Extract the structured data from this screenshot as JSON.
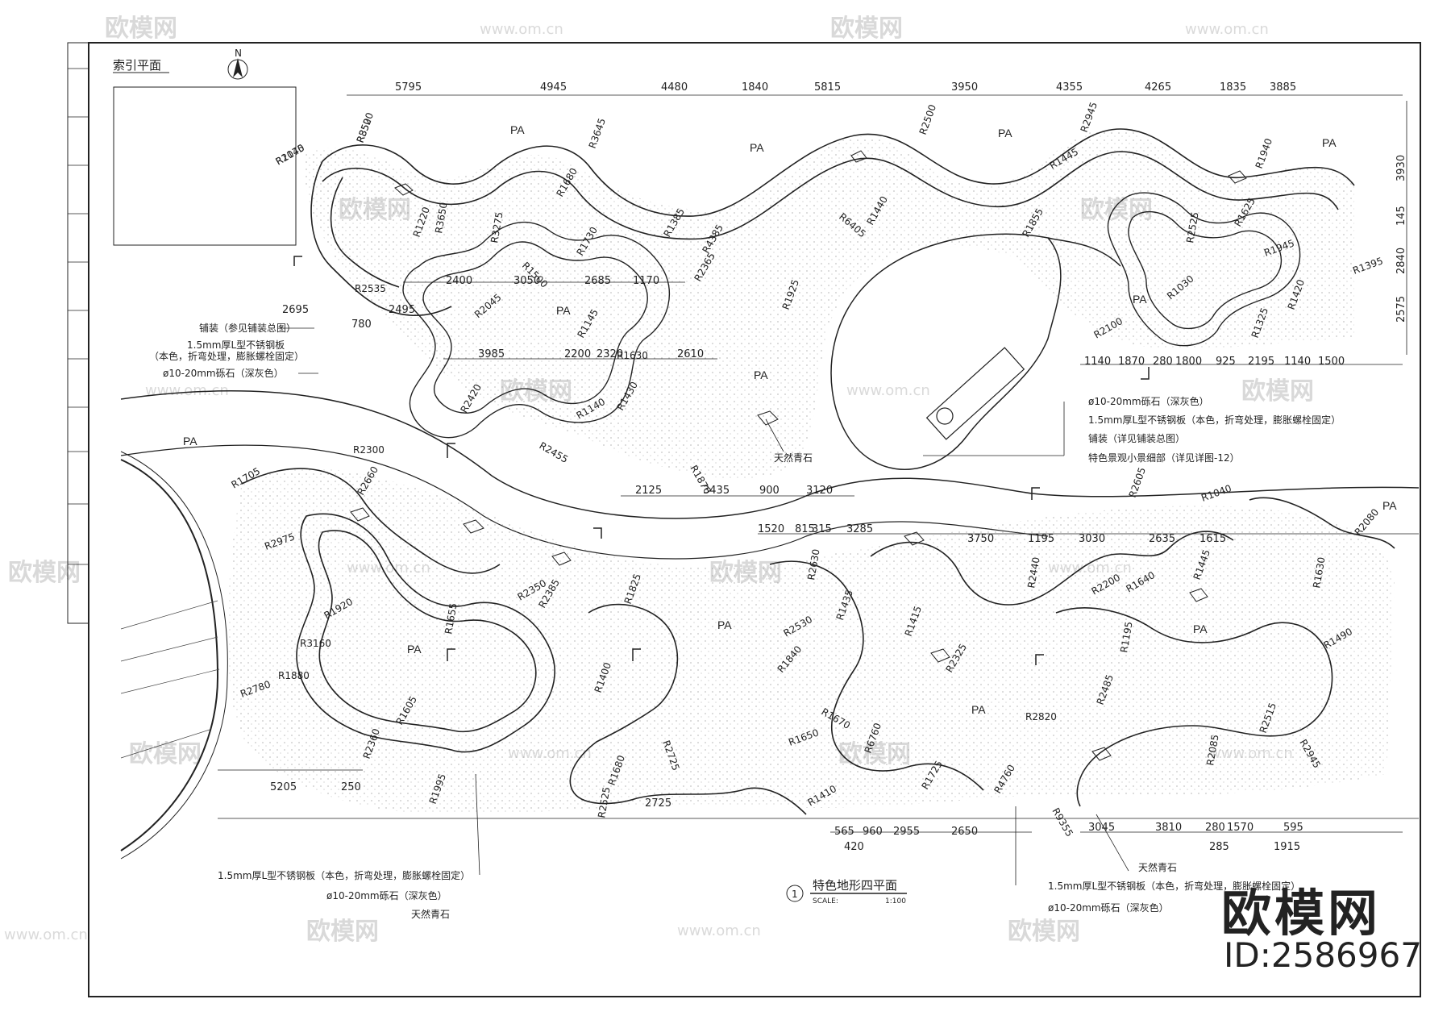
{
  "title_block": {
    "index_plan_label": "索引平面",
    "north_label": "N",
    "drawing_title": "特色地形四平面",
    "drawing_number": "1",
    "scale_label": "SCALE:",
    "scale_value": "1:100"
  },
  "top_dimensions": [
    "5795",
    "4945",
    "4480",
    "1840",
    "5815",
    "3950",
    "4355",
    "4265",
    "1835",
    "3885"
  ],
  "right_dimensions": [
    "3930",
    "145",
    "2840",
    "2575"
  ],
  "mid_dimensions": [
    "2400",
    "3050",
    "2685",
    "1170",
    "3985",
    "2200",
    "2320",
    "2610",
    "2695",
    "2495",
    "780"
  ],
  "lower_dimensions": [
    "2125",
    "3435",
    "900",
    "3120",
    "1520",
    "815",
    "315",
    "3285",
    "3750",
    "1195",
    "3030",
    "2635",
    "1615"
  ],
  "bottom_dimensions": [
    "5205",
    "250",
    "2725",
    "565",
    "960",
    "2955",
    "2650",
    "3045",
    "3810",
    "280",
    "1570",
    "595",
    "420",
    "285",
    "1915"
  ],
  "right_block_dimensions": [
    "1140",
    "1870",
    "280",
    "1800",
    "925",
    "2195",
    "1140",
    "1500"
  ],
  "area_labels": [
    "PA",
    "PA",
    "PA",
    "PA",
    "PA",
    "PA",
    "PA",
    "PA",
    "PA",
    "PA",
    "PA",
    "PA",
    "PA"
  ],
  "radius_labels": [
    "R3520",
    "R2070",
    "R3650",
    "R3275",
    "R1680",
    "R3645",
    "R1385",
    "R2535",
    "R1220",
    "R1500",
    "R1730",
    "R4385",
    "R2365",
    "R6405",
    "R1440",
    "R2500",
    "R2945",
    "R1445",
    "R1940",
    "R1625",
    "R1945",
    "R1395",
    "R2525",
    "R1855",
    "R1420",
    "R1325",
    "R2100",
    "R1030",
    "R2045",
    "R1145",
    "R1630",
    "R2420",
    "R1140",
    "R1430",
    "R2455",
    "R1870",
    "R1925",
    "R1705",
    "R2300",
    "R2660",
    "R2975",
    "R1920",
    "R3160",
    "R1880",
    "R2780",
    "R2360",
    "R1605",
    "R1655",
    "R2350",
    "R2385",
    "R1995",
    "R1825",
    "R1400",
    "R2725",
    "R2630",
    "R1435",
    "R2530",
    "R1840",
    "R1670",
    "R1410",
    "R1415",
    "R2325",
    "R2440",
    "R2200",
    "R1640",
    "R1445",
    "R1040",
    "R2605",
    "R2080",
    "R1630",
    "R1490",
    "R1195",
    "R2515",
    "R2945",
    "R2485",
    "R2820",
    "R2085",
    "R9355",
    "R4760",
    "R1725",
    "R6760",
    "R2525",
    "R1650",
    "R1680",
    "R850",
    "R1145"
  ],
  "callouts": {
    "paving_a": "铺装（参见铺装总图）",
    "steel_a": "1.5mm厚L型不锈钢板",
    "steel_a_note": "（本色，折弯处理，膨胀螺栓固定）",
    "gravel_a": "ø10-20mm砾石（深灰色）",
    "natural_stone_a": "天然青石",
    "gravel_b": "ø10-20mm砾石（深灰色）",
    "steel_b": "1.5mm厚L型不锈钢板（本色，折弯处理，膨胀螺栓固定）",
    "paving_b": "铺装（详见铺装总图）",
    "feature_b": "特色景观小景细部（详见详图-12）",
    "steel_c": "1.5mm厚L型不锈钢板（本色，折弯处理，膨胀螺栓固定）",
    "gravel_c": "ø10-20mm砾石（深灰色）",
    "natural_stone_c": "天然青石",
    "steel_d": "1.5mm厚L型不锈钢板（本色，折弯处理，膨胀螺栓固定）",
    "gravel_d": "ø10-20mm砾石（深灰色）",
    "natural_stone_d": "天然青石"
  },
  "watermark": {
    "brand": "欧模网",
    "url": "www.om.cn",
    "id": "ID:2586967"
  },
  "colors": {
    "line": "#222222",
    "watermark": "#d9d9d9",
    "background": "#ffffff"
  }
}
